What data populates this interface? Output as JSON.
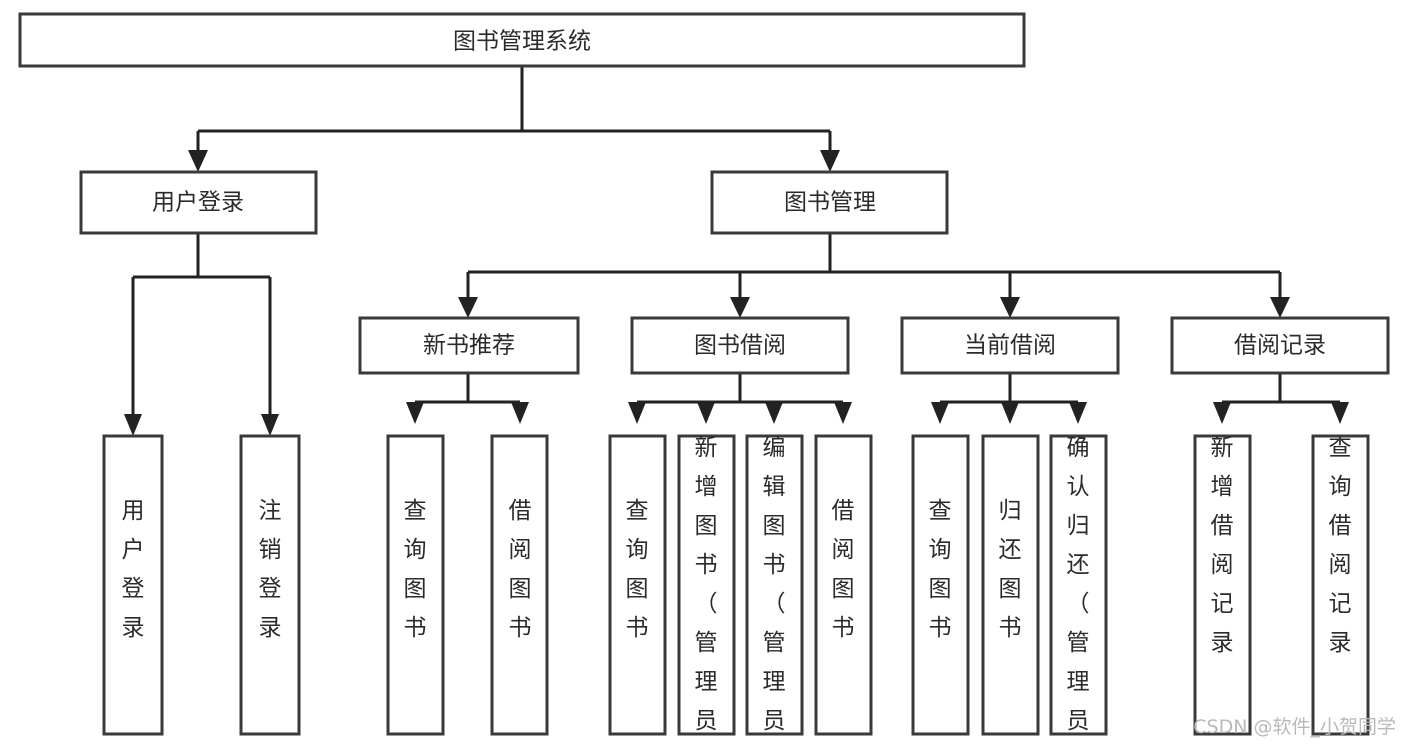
{
  "diagram": {
    "type": "tree-hierarchy-diagram",
    "title": "图书管理系统",
    "root": {
      "id": "root",
      "label": "图书管理系统",
      "orientation": "horizontal"
    },
    "level2": [
      {
        "id": "user-login",
        "label": "用户登录",
        "orientation": "horizontal"
      },
      {
        "id": "book-manage",
        "label": "图书管理",
        "orientation": "horizontal"
      }
    ],
    "level3": [
      {
        "id": "new-book-recommend",
        "label": "新书推荐",
        "parent": "book-manage",
        "orientation": "horizontal"
      },
      {
        "id": "book-borrow",
        "label": "图书借阅",
        "parent": "book-manage",
        "orientation": "horizontal"
      },
      {
        "id": "current-borrow",
        "label": "当前借阅",
        "parent": "book-manage",
        "orientation": "horizontal"
      },
      {
        "id": "borrow-record",
        "label": "借阅记录",
        "parent": "book-manage",
        "orientation": "horizontal"
      }
    ],
    "leaves": [
      {
        "id": "leaf-user-login",
        "label": "用户登录",
        "parent": "user-login",
        "orientation": "vertical"
      },
      {
        "id": "leaf-user-logout",
        "label": "注销登录",
        "parent": "user-login",
        "orientation": "vertical"
      },
      {
        "id": "leaf-query-book-1",
        "label": "查询图书",
        "parent": "new-book-recommend",
        "orientation": "vertical"
      },
      {
        "id": "leaf-borrow-book-1",
        "label": "借阅图书",
        "parent": "new-book-recommend",
        "orientation": "vertical"
      },
      {
        "id": "leaf-query-book-2",
        "label": "查询图书",
        "parent": "book-borrow",
        "orientation": "vertical"
      },
      {
        "id": "leaf-add-book",
        "label": "新增图书（管理员）",
        "parent": "book-borrow",
        "orientation": "vertical"
      },
      {
        "id": "leaf-edit-book",
        "label": "编辑图书（管理员）",
        "parent": "book-borrow",
        "orientation": "vertical"
      },
      {
        "id": "leaf-borrow-book-2",
        "label": "借阅图书",
        "parent": "book-borrow",
        "orientation": "vertical"
      },
      {
        "id": "leaf-query-book-3",
        "label": "查询图书",
        "parent": "current-borrow",
        "orientation": "vertical"
      },
      {
        "id": "leaf-return-book",
        "label": "归还图书",
        "parent": "current-borrow",
        "orientation": "vertical"
      },
      {
        "id": "leaf-confirm-return",
        "label": "确认归还（管理员）",
        "parent": "current-borrow",
        "orientation": "vertical"
      },
      {
        "id": "leaf-add-record",
        "label": "新增借阅记录",
        "parent": "borrow-record",
        "orientation": "vertical"
      },
      {
        "id": "leaf-query-record",
        "label": "查询借阅记录",
        "parent": "borrow-record",
        "orientation": "vertical"
      }
    ],
    "colors": {
      "box_stroke": "#3a3a3a",
      "box_fill": "#ffffff",
      "line": "#222222",
      "text": "#2b2b2b",
      "background": "#ffffff",
      "watermark": "#b9b9b9"
    }
  },
  "watermark": {
    "text": "CSDN @软件_小贺同学"
  }
}
